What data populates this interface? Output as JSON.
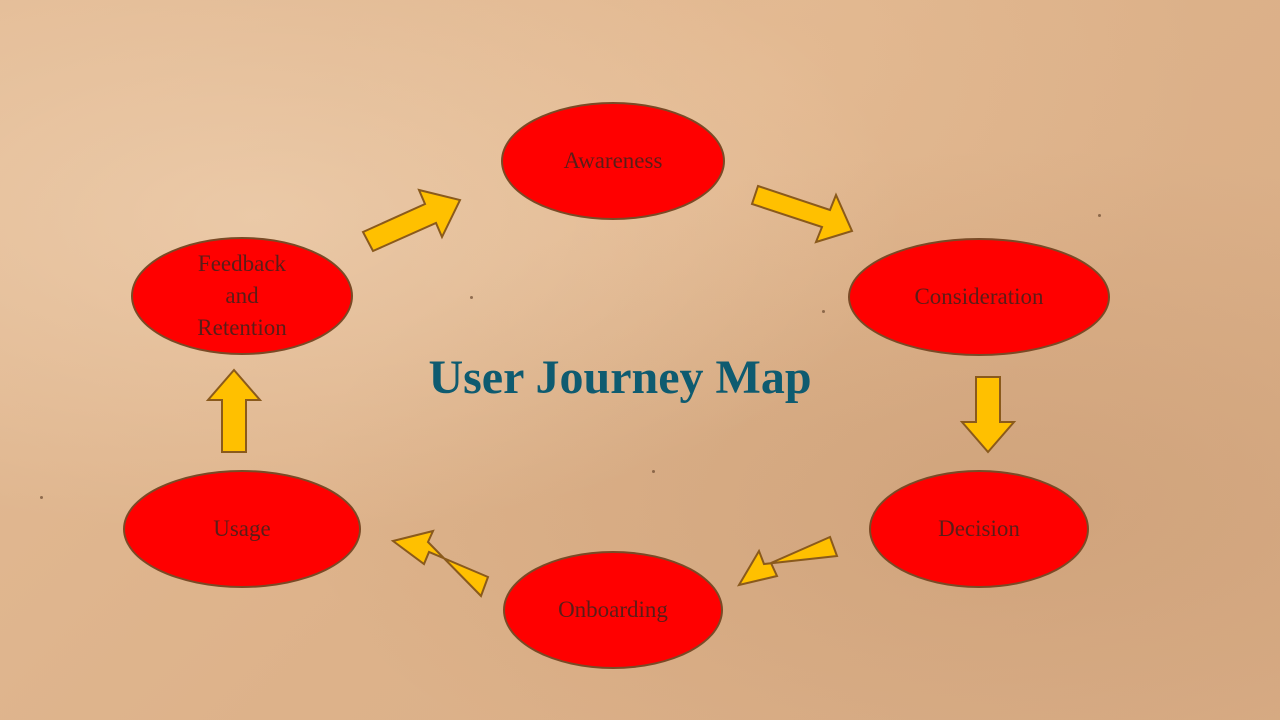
{
  "diagram": {
    "title": "User Journey Map",
    "colors": {
      "node_fill": "#ff0000",
      "node_stroke": "#7a4a26",
      "node_text": "#5a1d18",
      "arrow_fill": "#ffc000",
      "arrow_stroke": "#8a5a1c",
      "title_text": "#0e5b70",
      "background": "#dfb58e"
    },
    "stages": [
      {
        "id": "awareness",
        "label": "Awareness"
      },
      {
        "id": "consideration",
        "label": "Consideration"
      },
      {
        "id": "decision",
        "label": "Decision"
      },
      {
        "id": "onboarding",
        "label": "Onboarding"
      },
      {
        "id": "usage",
        "label": "Usage"
      },
      {
        "id": "feedback",
        "label": "Feedback\nand\nRetention"
      }
    ],
    "arrows": [
      {
        "from": "feedback",
        "to": "awareness"
      },
      {
        "from": "awareness",
        "to": "consideration"
      },
      {
        "from": "consideration",
        "to": "decision"
      },
      {
        "from": "decision",
        "to": "onboarding"
      },
      {
        "from": "onboarding",
        "to": "usage"
      },
      {
        "from": "usage",
        "to": "feedback"
      }
    ]
  }
}
